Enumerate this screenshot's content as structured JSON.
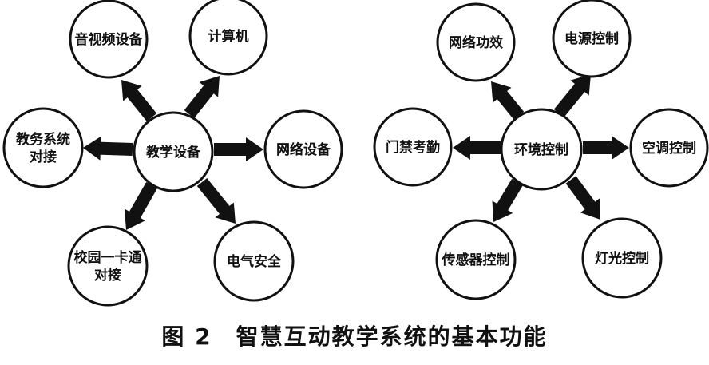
{
  "diagrams": [
    {
      "center": "教学设备",
      "nodes": [
        {
          "id": "av",
          "label": "音视频设备"
        },
        {
          "id": "computer",
          "label": "计算机"
        },
        {
          "id": "network",
          "label": "网络设备"
        },
        {
          "id": "power",
          "label": "电气安全"
        },
        {
          "id": "card",
          "label": "校园一卡通\n对接"
        },
        {
          "id": "academic",
          "label": "教务系统\n对接"
        }
      ]
    },
    {
      "center": "环境控制",
      "nodes": [
        {
          "id": "netpower",
          "label": "网络功效"
        },
        {
          "id": "powerctl",
          "label": "电源控制"
        },
        {
          "id": "ac",
          "label": "空调控制"
        },
        {
          "id": "light",
          "label": "灯光控制"
        },
        {
          "id": "sensor",
          "label": "传感器控制"
        },
        {
          "id": "access",
          "label": "门禁考勤"
        }
      ]
    }
  ],
  "caption": "图 2　智慧互动教学系统的基本功能"
}
